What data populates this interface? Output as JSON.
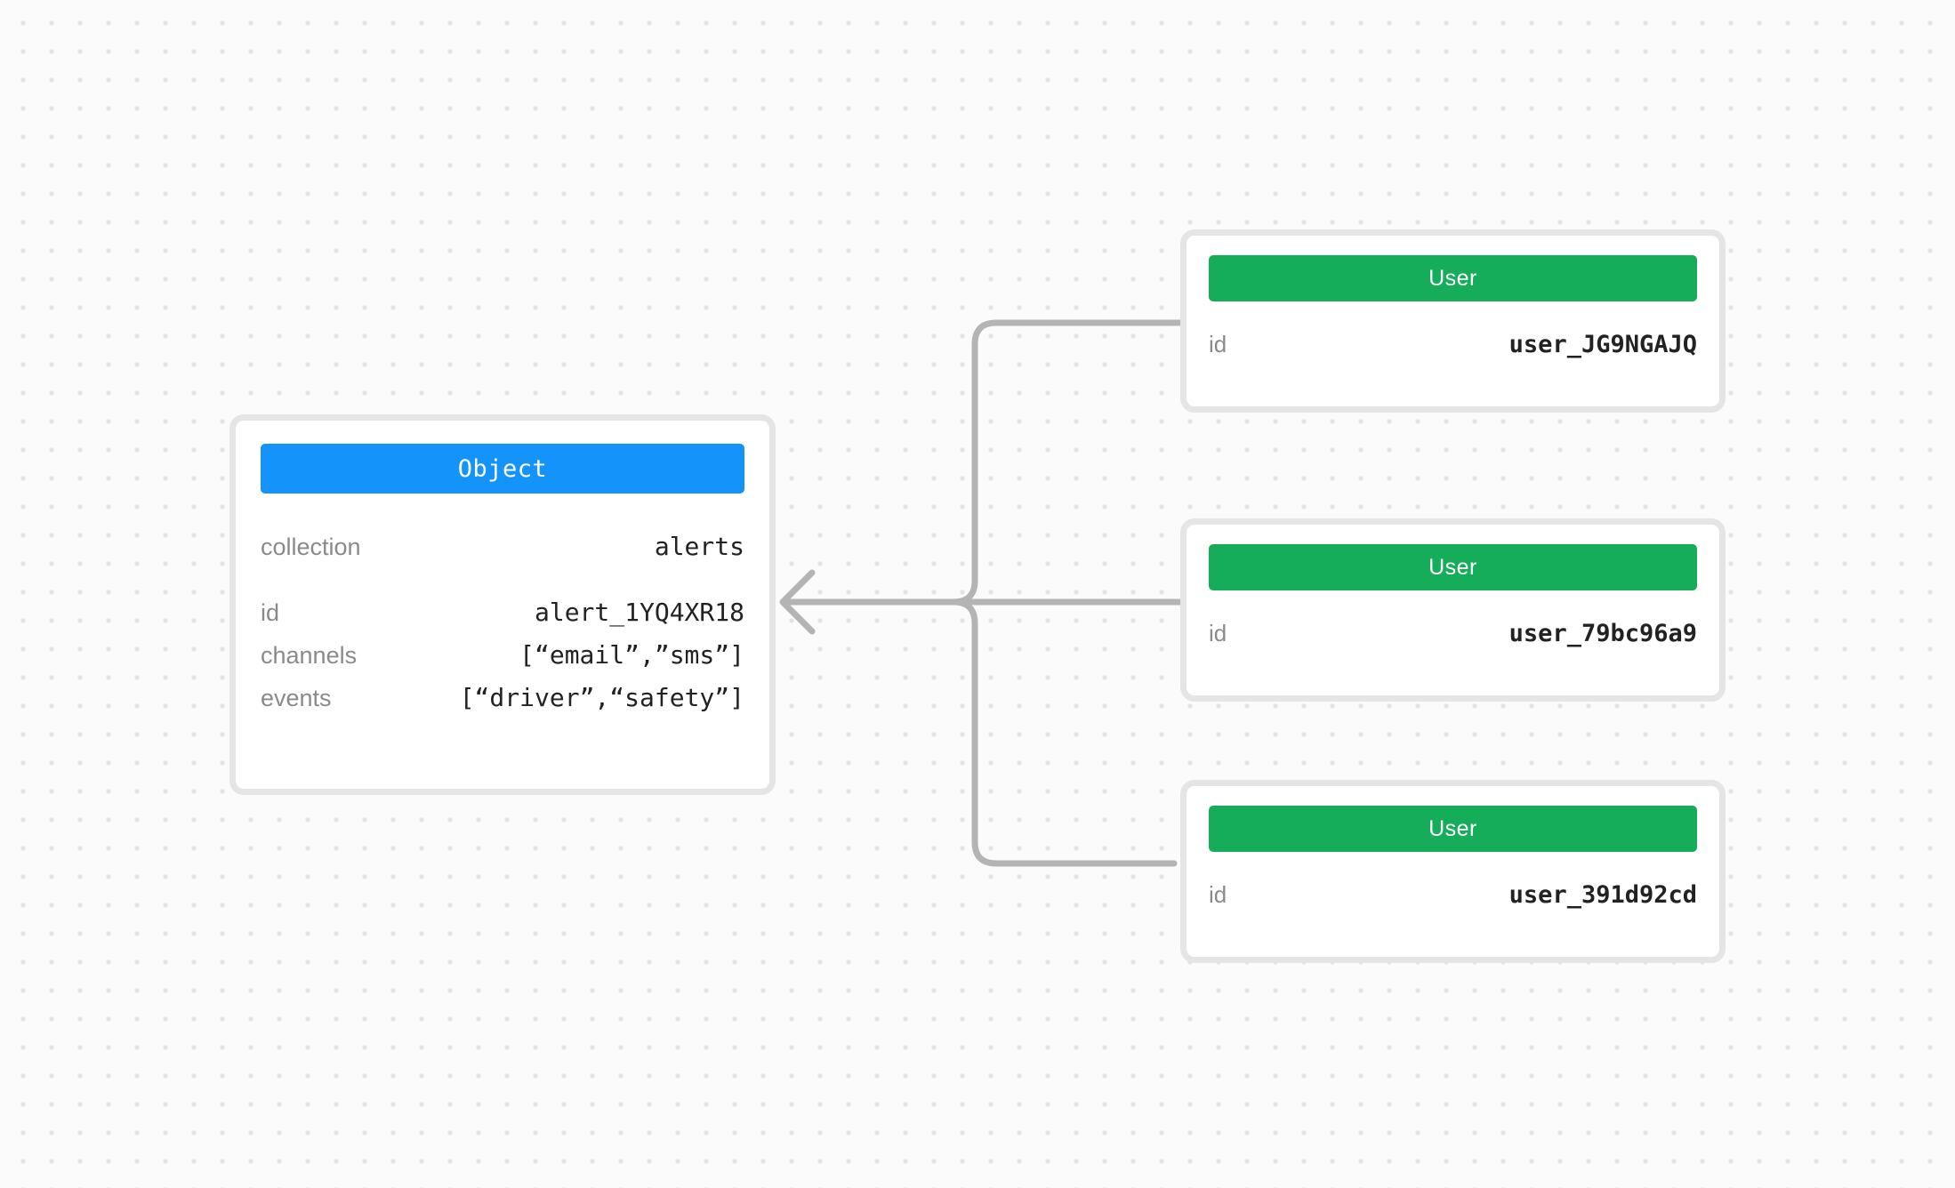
{
  "canvas": {
    "background_color": "#fbfbfb",
    "dot_color": "#e3e3e3",
    "edge_color": "#b4b4b4"
  },
  "nodes": [
    {
      "id": "object-node",
      "type": "Object",
      "header_label": "Object",
      "header_color": "#1494fb",
      "field_groups": [
        {
          "fields": [
            {
              "key": "collection",
              "value": "alerts"
            }
          ]
        },
        {
          "fields": [
            {
              "key": "id",
              "value": "alert_1YQ4XR18"
            },
            {
              "key": "channels",
              "value": "[“email”,”sms”]"
            },
            {
              "key": "events",
              "value": "[“driver”,“safety”]"
            }
          ]
        }
      ]
    },
    {
      "id": "user-node-1",
      "type": "User",
      "header_label": "User",
      "header_color": "#16ad5a",
      "field_groups": [
        {
          "fields": [
            {
              "key": "id",
              "value": "user_JG9NGAJQ"
            }
          ]
        }
      ]
    },
    {
      "id": "user-node-2",
      "type": "User",
      "header_label": "User",
      "header_color": "#16ad5a",
      "field_groups": [
        {
          "fields": [
            {
              "key": "id",
              "value": "user_79bc96a9"
            }
          ]
        }
      ]
    },
    {
      "id": "user-node-3",
      "type": "User",
      "header_label": "User",
      "header_color": "#16ad5a",
      "field_groups": [
        {
          "fields": [
            {
              "key": "id",
              "value": "user_391d92cd"
            }
          ]
        }
      ]
    }
  ],
  "edges": [
    {
      "from": "user-node-1",
      "to": "object-node",
      "arrow": "left"
    },
    {
      "from": "user-node-2",
      "to": "object-node",
      "arrow": "left"
    },
    {
      "from": "user-node-3",
      "to": "object-node",
      "arrow": "left"
    }
  ]
}
